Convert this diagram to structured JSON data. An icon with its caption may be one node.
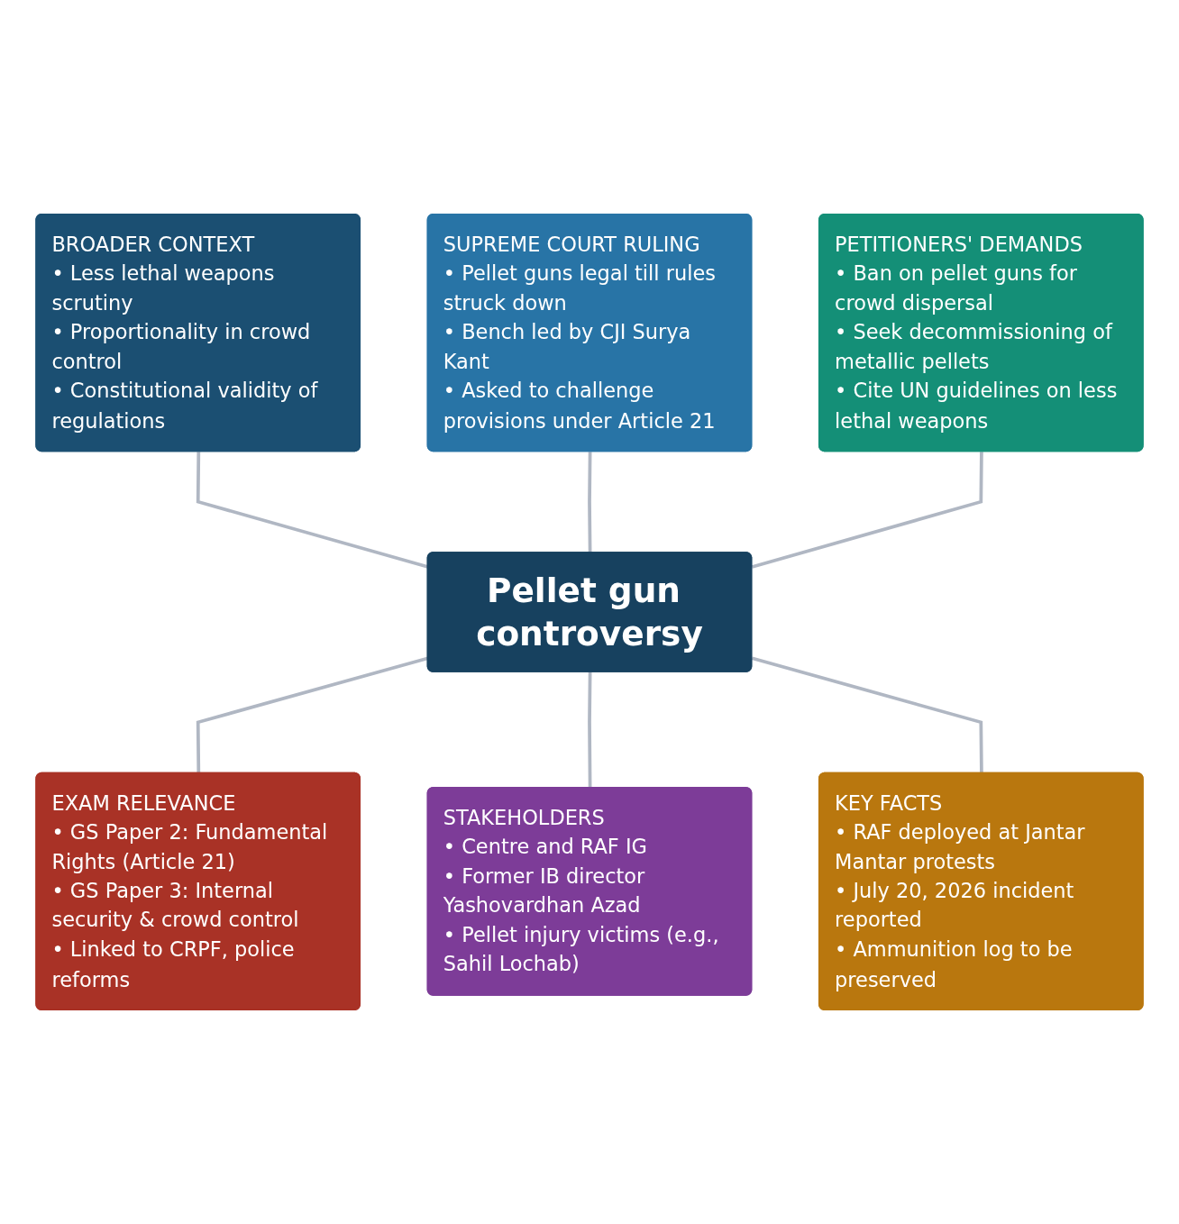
{
  "diagram": {
    "nodes": [
      {
        "text": [
          "SUPREME COURT RULING",
          "• Pellet guns legal till rules struck down",
          "• Bench led by CJI Surya Kant",
          "• Asked to challenge provisions under Article 21"
        ]
      },
      {
        "text": [
          "BROADER CONTEXT",
          "• Less lethal weapons scrutiny",
          "• Proportionality in crowd control",
          "• Constitutional validity of regulations"
        ]
      },
      {
        "text": [
          "PETITIONERS' DEMANDS",
          "• Ban on pellet guns for crowd dispersal",
          "• Seek decommissioning of metallic pellets",
          "• Cite UN guidelines on less lethal weapons"
        ]
      },
      {
        "text": [
          "Pellet gun controversy"
        ]
      },
      {
        "text": [
          "EXAM RELEVANCE",
          "• GS Paper 2: Fundamental Rights (Article 21)",
          "• GS Paper 3: Internal security & crowd control",
          "• Linked to CRPF, police reforms"
        ]
      },
      {
        "text": [
          "KEY FACTS",
          "• RAF deployed at Jantar Mantar protests",
          "• July 20, 2026 incident reported",
          "• Ammunition log to be preserved"
        ]
      },
      {
        "text": [
          "STAKEHOLDERS",
          "• Centre and RAF IG",
          "• Former IB director Yashovardhan Azad",
          "• Pellet injury victims (e.g., Sahil Lochab)"
        ]
      }
    ],
    "edges": [
      {
        "from": 1,
        "to": 3,
        "arrow": "none"
      },
      {
        "from": 0,
        "to": 3,
        "arrow": "none"
      },
      {
        "from": 2,
        "to": 3,
        "arrow": "none"
      },
      {
        "from": 3,
        "to": 4,
        "arrow": "none"
      },
      {
        "from": 3,
        "to": 6,
        "arrow": "none"
      },
      {
        "from": 3,
        "to": 5,
        "arrow": "none"
      }
    ]
  }
}
